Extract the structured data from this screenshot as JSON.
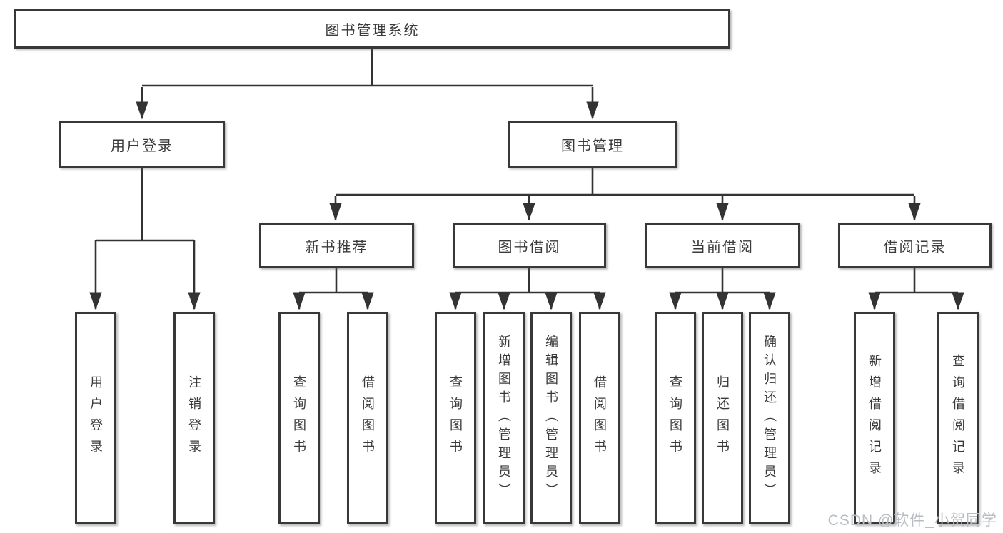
{
  "diagram": {
    "root": {
      "label": "图书管理系统"
    },
    "branches": [
      {
        "label": "用户登录",
        "children": [
          {
            "label": "用户登录"
          },
          {
            "label": "注销登录"
          }
        ]
      },
      {
        "label": "图书管理",
        "children": [
          {
            "label": "新书推荐",
            "children": [
              {
                "label": "查询图书"
              },
              {
                "label": "借阅图书"
              }
            ]
          },
          {
            "label": "图书借阅",
            "children": [
              {
                "label": "查询图书"
              },
              {
                "label": "新增图书（管理员）"
              },
              {
                "label": "编辑图书（管理员）"
              },
              {
                "label": "借阅图书"
              }
            ]
          },
          {
            "label": "当前借阅",
            "children": [
              {
                "label": "查询图书"
              },
              {
                "label": "归还图书"
              },
              {
                "label": "确认归还（管理员）"
              }
            ]
          },
          {
            "label": "借阅记录",
            "children": [
              {
                "label": "新增借阅记录"
              },
              {
                "label": "查询借阅记录"
              }
            ]
          }
        ]
      }
    ]
  },
  "watermark": {
    "text": "CSDN @软件_小贺同学"
  },
  "colors": {
    "line": "#333333",
    "border": "#383838",
    "text": "#3a3a3a",
    "watermark": "#b9bdc2"
  }
}
